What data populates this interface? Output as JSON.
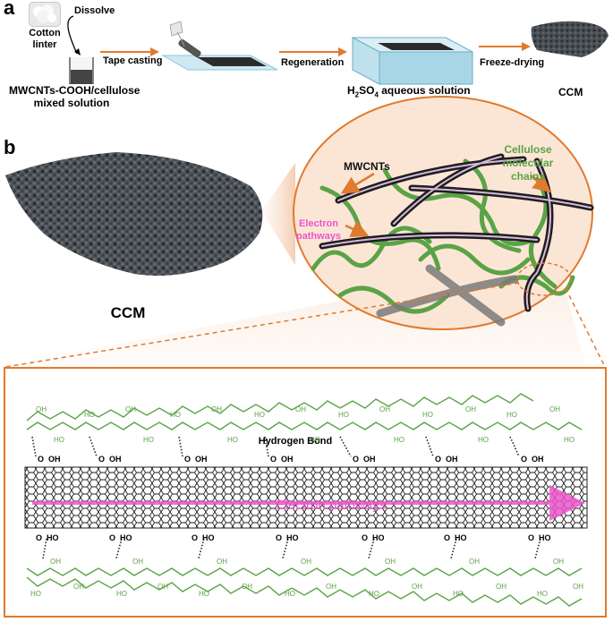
{
  "panel_a": {
    "letter": "a",
    "cotton_line1": "Cotton",
    "cotton_line2": "linter",
    "dissolve": "Dissolve",
    "mixed_line1": "MWCNTs-COOH/cellulose",
    "mixed_line2": "mixed solution",
    "tape_casting": "Tape casting",
    "regeneration": "Regeneration",
    "h2so4_prefix": "H",
    "h2so4_sub": "2",
    "h2so4_mid": "SO",
    "h2so4_sub2": "4",
    "h2so4_suffix": " aqueous solution",
    "freeze_drying": "Freeze-drying",
    "ccm": "CCM"
  },
  "panel_b": {
    "letter": "b",
    "ccm": "CCM",
    "mwcnts": "MWCNTs",
    "cellulose_line1": "Cellulose",
    "cellulose_line2": "molecular",
    "cellulose_line3": "chains",
    "electron_line1": "Electron",
    "electron_line2": "pathways"
  },
  "molecular": {
    "hydrogen_bond": "Hydrogen Bond",
    "electron_pathways": "Electron pathways",
    "oh": "OH",
    "ho": "HO",
    "o": "O"
  },
  "colors": {
    "arrow_orange": "#e07a2e",
    "cellulose_green": "#4f9a3a",
    "pathway_pink": "#ee55cc",
    "cnt_dark": "#2a2a2a"
  }
}
